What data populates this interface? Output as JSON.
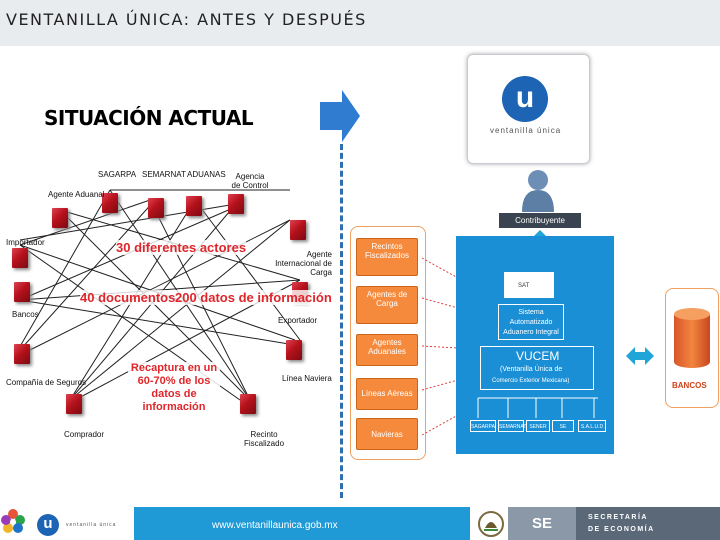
{
  "header": {
    "title": "VENTANILLA ÚNICA: ANTES Y DESPUÉS"
  },
  "before": {
    "title": "SITUACIÓN ACTUAL",
    "actors": {
      "sagarpa": "SAGARPA",
      "semarnat": "SEMARNAT",
      "aduanas": "ADUANAS",
      "agencia_control": "Agencia de Control",
      "agente_aduanal": "Agente Aduanal",
      "importador": "Importador",
      "agente_carga": "Agente Internacional de Carga",
      "bancos": "Bancos",
      "exportador": "Exportador",
      "seguros": "Compañía de Seguros",
      "naviera": "Línea Naviera",
      "comprador": "Comprador",
      "recinto": "Recinto Fiscalizado"
    },
    "callouts": {
      "actores": "30 diferentes actores",
      "documentos": "40 documentos",
      "datos": "200 datos de información",
      "recaptura": "Recaptura en un 60-70% de los datos de información"
    }
  },
  "after": {
    "logo": {
      "letter": "u",
      "text": "ventanilla única"
    },
    "contribuyente": "Contribuyente",
    "left_boxes": [
      "Recintos Fiscalizados",
      "Agentes de Carga",
      "Agentes Aduanales",
      "Líneas Aéreas",
      "Navieras"
    ],
    "sat_label": "SAT",
    "sistema": "Sistema Automatizado Aduanero Integral",
    "vucem": {
      "title": "VUCEM",
      "sub1": "(Ventanilla Única de",
      "sub2": "Comercio Exterior Mexicana)"
    },
    "agencies": [
      "SAGARPA",
      "SEMARNAT",
      "SENER",
      "SE",
      "S.A.L.U.D"
    ],
    "bancos": "BANCOS"
  },
  "footer": {
    "logo_letter": "u",
    "logo_text": "ventanilla única",
    "url": "www.ventanillaunica.gob.mx",
    "se": "SE",
    "secretaria1": "SECRETARÍA",
    "secretaria2": "DE ECONOMÍA"
  },
  "colors": {
    "accent_blue": "#1f9ad6",
    "orange": "#f58a3c",
    "red": "#e0262b"
  }
}
